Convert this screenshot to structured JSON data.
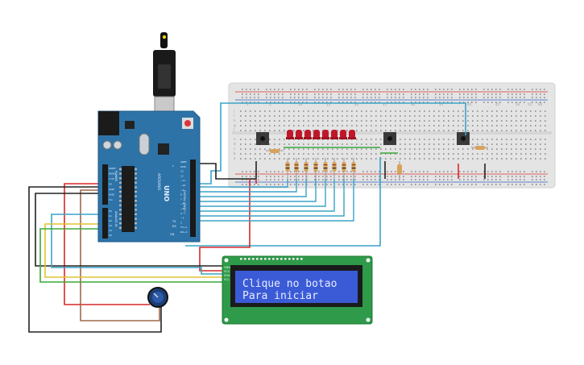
{
  "lcd": {
    "line1": "Clique no botao",
    "line2": "Para iniciar",
    "pin_labels": [
      "GND",
      "VCC",
      "SDA",
      "SCL"
    ]
  },
  "arduino": {
    "brand": "ARDUINO",
    "model": "UNO",
    "digital_label": "DIGITAL (PWM~)",
    "power_label": "POWER",
    "analog_label": "ANALOG IN",
    "power_pins": [
      "IOREF",
      "RESET",
      "3.3V",
      "5V",
      "GND",
      "GND",
      "Vin"
    ],
    "analog_pins": [
      "A0",
      "A1",
      "A2",
      "A3",
      "A4",
      "A5"
    ],
    "digital_pins": [
      "AREF",
      "GND",
      "13",
      "12",
      "~11",
      "~10",
      "~9",
      "8",
      "7",
      "~6",
      "~5",
      "4",
      "~3",
      "2",
      "TX→1",
      "RX←0"
    ],
    "tx_label": "TX",
    "rx_label": "RX",
    "l_label": "L",
    "on_label": "ON"
  },
  "breadboard": {
    "column_numbers_left": [
      "1",
      "5",
      "10",
      "15",
      "20",
      "25",
      "30"
    ],
    "column_numbers_right": [
      "35",
      "40",
      "45",
      "50",
      "55",
      "60"
    ],
    "row_letters_top": [
      "j",
      "i",
      "h",
      "g",
      "f"
    ],
    "row_letters_bottom": [
      "e",
      "d",
      "c",
      "b",
      "a"
    ]
  },
  "colors": {
    "arduino_board": "#2d73a8",
    "lcd_board": "#2f9a4a",
    "lcd_screen": "#3b5bd6",
    "lcd_text": "#e8ecff",
    "led_red": "#c0182a",
    "wire_red": "#d8282a",
    "wire_black": "#222222",
    "wire_blue": "#3aa3c9",
    "wire_yellow": "#e0c430",
    "wire_green": "#3aa83a",
    "wire_brown": "#a0694a"
  }
}
